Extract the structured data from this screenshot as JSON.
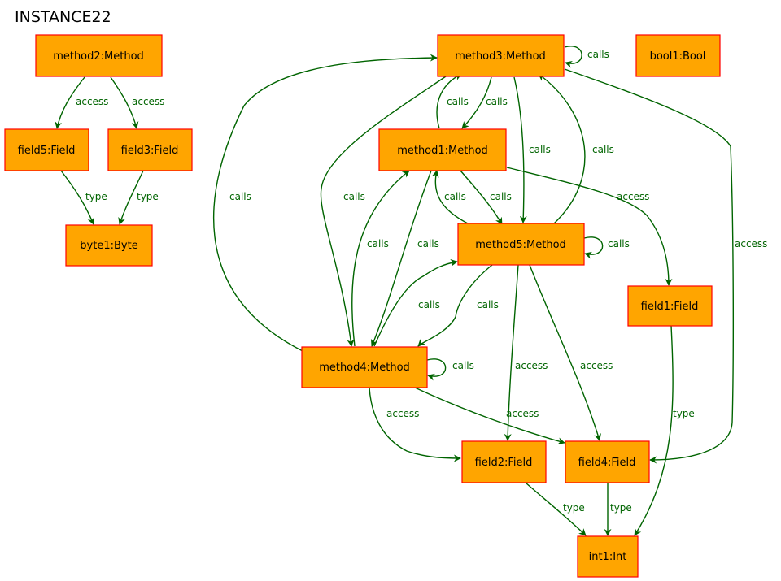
{
  "title": "INSTANCE22",
  "colors": {
    "node_fill": "#ffa500",
    "node_border": "#ff0000",
    "edge": "#006400",
    "label": "#006400"
  },
  "nodes": {
    "method2": "method2:Method",
    "field5": "field5:Field",
    "field3": "field3:Field",
    "byte1": "byte1:Byte",
    "method3": "method3:Method",
    "bool1": "bool1:Bool",
    "method1": "method1:Method",
    "method5": "method5:Method",
    "field1": "field1:Field",
    "method4": "method4:Method",
    "field2": "field2:Field",
    "field4": "field4:Field",
    "int1": "int1:Int"
  },
  "edges": [
    {
      "from": "method2",
      "to": "field5",
      "label": "access"
    },
    {
      "from": "method2",
      "to": "field3",
      "label": "access"
    },
    {
      "from": "field5",
      "to": "byte1",
      "label": "type"
    },
    {
      "from": "field3",
      "to": "byte1",
      "label": "type"
    },
    {
      "from": "method3",
      "to": "method3",
      "label": "calls"
    },
    {
      "from": "method1",
      "to": "method3",
      "label": "calls"
    },
    {
      "from": "method3",
      "to": "method1",
      "label": "calls"
    },
    {
      "from": "method3",
      "to": "method5",
      "label": "calls"
    },
    {
      "from": "method5",
      "to": "method3",
      "label": "calls"
    },
    {
      "from": "method4",
      "to": "method3",
      "label": "calls"
    },
    {
      "from": "method3",
      "to": "method4",
      "label": "calls"
    },
    {
      "from": "method3",
      "to": "field4",
      "label": "access"
    },
    {
      "from": "method1",
      "to": "method5",
      "label": "calls"
    },
    {
      "from": "method5",
      "to": "method1",
      "label": "calls"
    },
    {
      "from": "method4",
      "to": "method1",
      "label": "calls"
    },
    {
      "from": "method1",
      "to": "method4",
      "label": "calls"
    },
    {
      "from": "method1",
      "to": "field1",
      "label": "access"
    },
    {
      "from": "method5",
      "to": "method5",
      "label": "calls"
    },
    {
      "from": "method4",
      "to": "method5",
      "label": "calls"
    },
    {
      "from": "method5",
      "to": "method4",
      "label": "calls"
    },
    {
      "from": "method5",
      "to": "field2",
      "label": "access"
    },
    {
      "from": "method5",
      "to": "field4",
      "label": "access"
    },
    {
      "from": "method4",
      "to": "method4",
      "label": "calls"
    },
    {
      "from": "method4",
      "to": "field2",
      "label": "access"
    },
    {
      "from": "method4",
      "to": "field4",
      "label": "access"
    },
    {
      "from": "field1",
      "to": "int1",
      "label": "type"
    },
    {
      "from": "field2",
      "to": "int1",
      "label": "type"
    },
    {
      "from": "field4",
      "to": "int1",
      "label": "type"
    }
  ]
}
